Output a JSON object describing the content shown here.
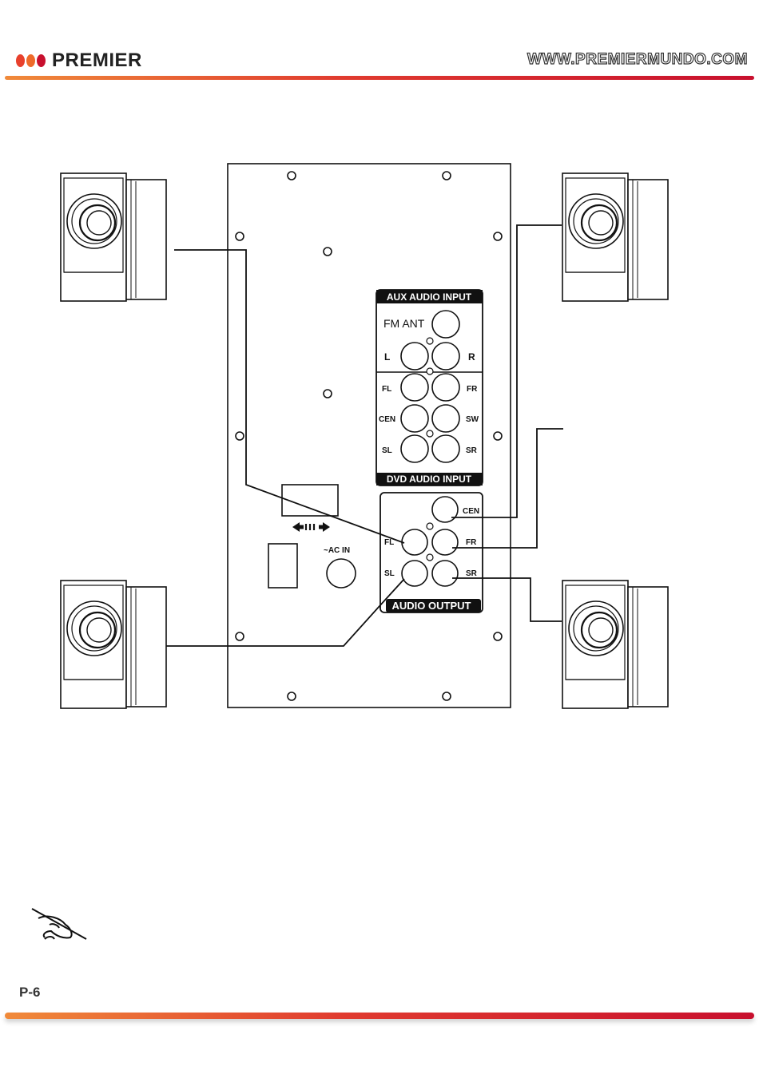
{
  "header": {
    "brand": "PREMIER",
    "url": "WWW.PREMIERMUNDO.COM",
    "brand_dot_colors": [
      "#e8402c",
      "#ee6a2a",
      "#c8102e"
    ]
  },
  "panel": {
    "aux_title": "AUX AUDIO INPUT",
    "fm_ant": "FM ANT",
    "aux_left": "L",
    "aux_right": "R",
    "dvd_labels": {
      "fl": "FL",
      "fr": "FR",
      "cen": "CEN",
      "sw": "SW",
      "sl": "SL",
      "sr": "SR"
    },
    "dvd_title": "DVD AUDIO INPUT",
    "output_labels": {
      "cen": "CEN",
      "fl": "FL",
      "fr": "FR",
      "sl": "SL",
      "sr": "SR"
    },
    "output_title": "AUDIO OUTPUT",
    "ac_in": "~AC IN"
  },
  "icons": {
    "note": "pencil-note-icon",
    "speaker": "speaker-icon"
  },
  "footer": {
    "page_number": "P-6"
  }
}
